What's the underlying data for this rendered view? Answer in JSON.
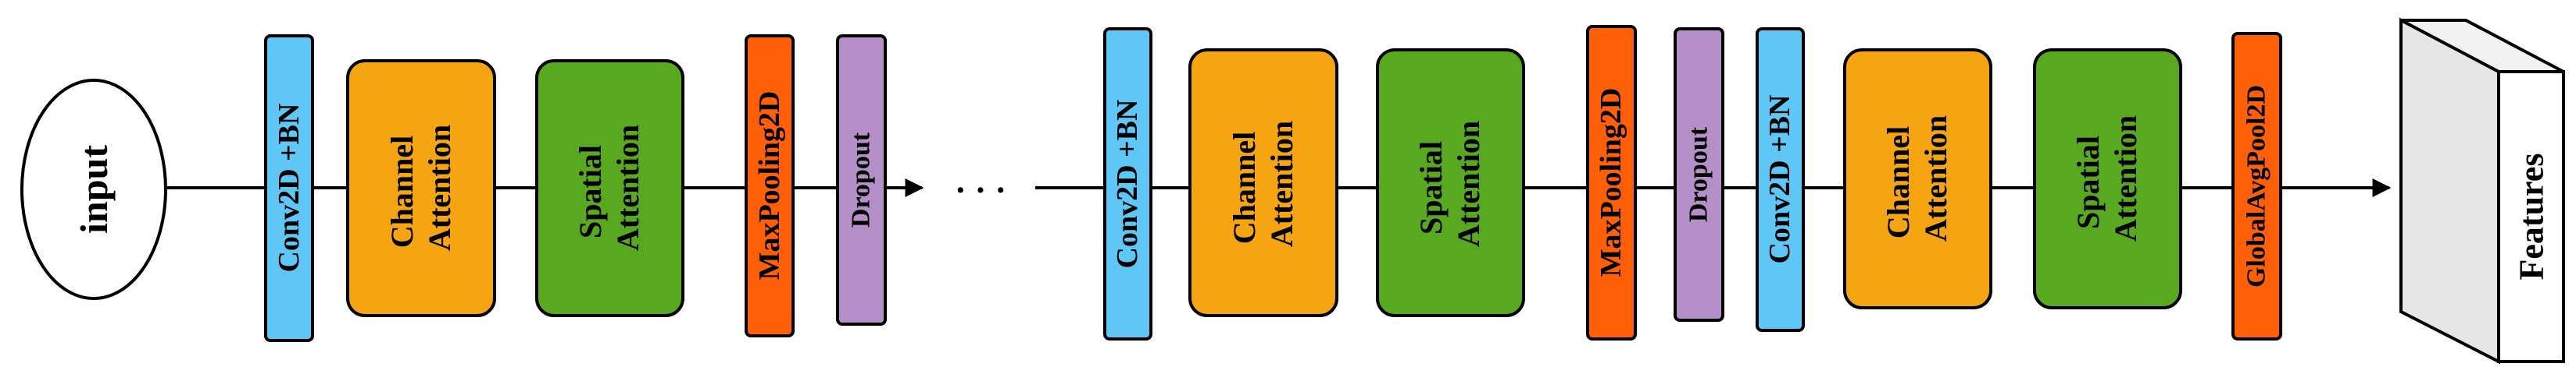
{
  "colors": {
    "conv": "#5EC7F5",
    "channel": "#F5A412",
    "spatial": "#58A91F",
    "pool": "#FF5F06",
    "dropout": "#B48FC8",
    "features_front": "#FFFFFF",
    "features_side": "#E6E6E6",
    "features_top": "#F2F2F2",
    "line": "#000000"
  },
  "diagram": {
    "input": "input",
    "ellipsis": "· · ·",
    "features": "Features",
    "stage1": {
      "conv": "Conv2D +BN",
      "channel": [
        "Channel",
        "Attention"
      ],
      "spatial": [
        "Spatial",
        "Attention"
      ],
      "pool": "MaxPooling2D",
      "dropout": "Dropout"
    },
    "stage2": {
      "conv": "Conv2D +BN",
      "channel": [
        "Channel",
        "Attention"
      ],
      "spatial": [
        "Spatial",
        "Attention"
      ],
      "pool": "MaxPooling2D",
      "dropout": "Dropout"
    },
    "stage3": {
      "conv": "Conv2D +BN",
      "channel": [
        "Channel",
        "Attention"
      ],
      "spatial": [
        "Spatial",
        "Attention"
      ],
      "pool": "GlobalAvgPool2D"
    }
  }
}
